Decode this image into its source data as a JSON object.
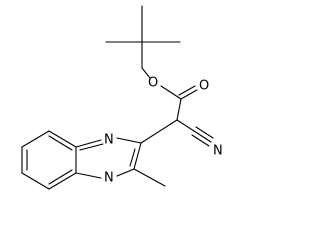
{
  "figure": {
    "kind": "skeletal chemical structure",
    "background": "#ffffff",
    "stroke_color": "#000000"
  },
  "atoms": {
    "ester_oxygen": "O",
    "carbonyl_oxygen": "O",
    "nitrile_nitrogen": "N",
    "ring_nitrogen_upper": "N",
    "ring_nitrogen_lower": "N"
  }
}
